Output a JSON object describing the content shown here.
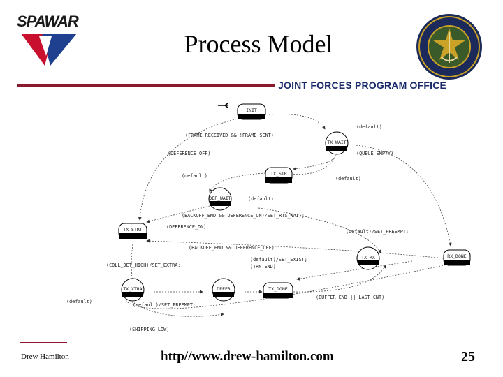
{
  "header": {
    "logo_text": "SPAWAR",
    "title": "Process Model",
    "office": "JOINT FORCES PROGRAM OFFICE"
  },
  "diagram": {
    "states": [
      "INIT",
      "TX_WAIT",
      "TX_STR",
      "DEF_WAIT",
      "TX_STRT",
      "RX_DONE",
      "TX_RX",
      "TX_DONE",
      "DEFER",
      "TX_XTRA"
    ],
    "labels": [
      "(default)",
      "(FRAME RECEIVED && !FRAME_SENT)",
      "(DEFERENCE_OFF)",
      "(QUEUE_EMPTY)",
      "(default)",
      "(default)",
      "(default)",
      "(BACKOFF_END && DEFERENCE_ON)/SET_RTS_WAIT;",
      "(DEFERENCE_ON)",
      "(default)/SET_PREEMPT;",
      "(BACKOFF_END && DEFERENCE_OFF)",
      "(COLL_DET_HIGH)/SET_EXTRA;",
      "(default)/SET_EXIST;",
      "(TRN_END)",
      "(default)",
      "(default)/SET_PREEMPT;",
      "(BUFFER_END || LAST_CNT)",
      "(SHIPPING_LOW)"
    ]
  },
  "footer": {
    "author": "Drew Hamilton",
    "url": "http//www.drew-hamilton.com",
    "page": "25"
  },
  "colors": {
    "rule": "#8b1a2e",
    "office_text": "#1a2a6a",
    "logo_red": "#c8102e",
    "logo_blue": "#1f3f8f",
    "seal_gold": "#c9a227",
    "seal_navy": "#1b2a5a"
  }
}
